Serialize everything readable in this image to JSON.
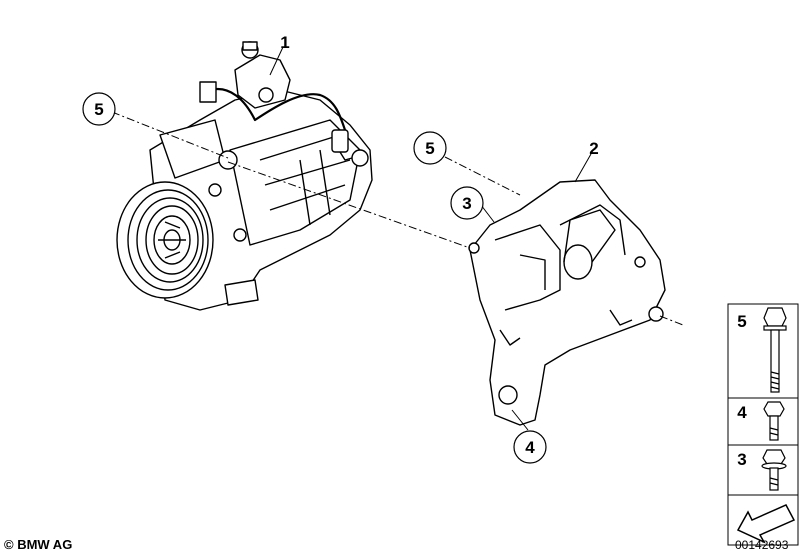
{
  "callouts": {
    "c1": "1",
    "c2": "2",
    "c3": "3",
    "c4": "4",
    "c5a": "5",
    "c5b": "5"
  },
  "legend": {
    "row1": "5",
    "row2": "4",
    "row3": "3"
  },
  "footer": {
    "copyright": "© BMW AG",
    "image_number": "00142693"
  }
}
